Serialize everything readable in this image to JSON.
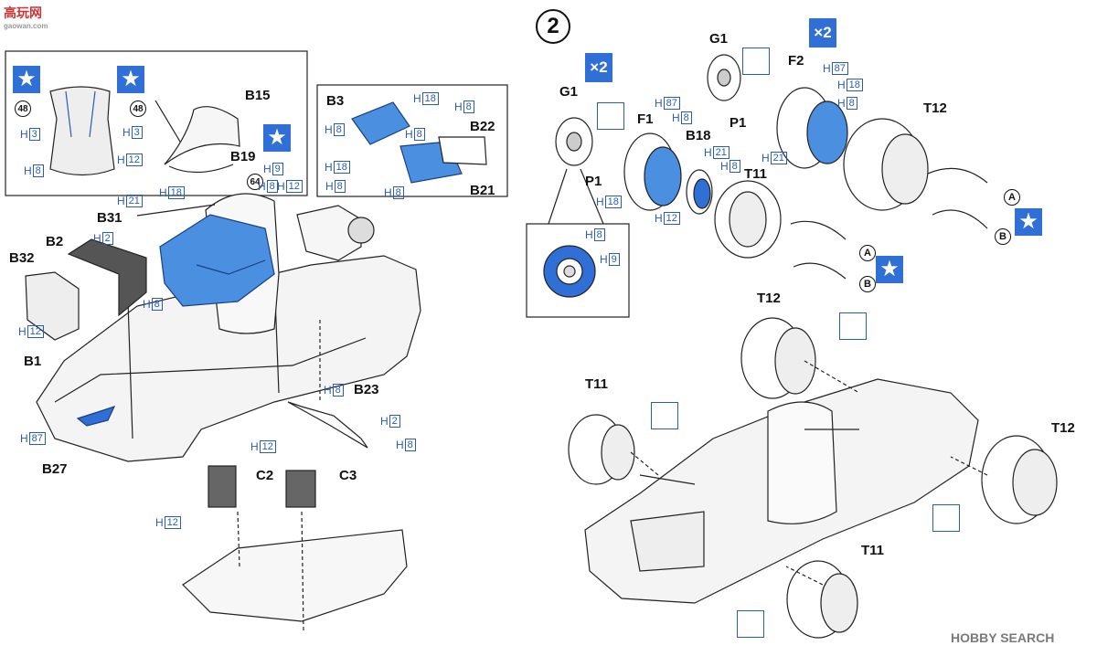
{
  "watermark_top": {
    "text": "高玩网",
    "sub": "gaowan.com"
  },
  "watermark_bottom": "HOBBY SEARCH",
  "steps": {
    "step2": "2"
  },
  "multipliers": {
    "left": "×2",
    "right": "×2"
  },
  "part_labels": {
    "B15": "B15",
    "B19": "B19",
    "B3": "B3",
    "B22": "B22",
    "B21": "B21",
    "B31": "B31",
    "B2": "B2",
    "B32": "B32",
    "B1": "B1",
    "B27": "B27",
    "B23": "B23",
    "C2": "C2",
    "C3": "C3",
    "G1_left": "G1",
    "G1_right": "G1",
    "P1_left": "P1",
    "P1_right": "P1",
    "F1": "F1",
    "F2": "F2",
    "B18": "B18",
    "T11_top": "T11",
    "T12_top": "T12",
    "T12_car_top": "T12",
    "T11_car_left": "T11",
    "T12_car_right": "T12",
    "T11_car_bottom": "T11"
  },
  "color_codes": {
    "seat_h3_l": {
      "h": "H",
      "n": "3"
    },
    "seat_h3_r": {
      "h": "H",
      "n": "3"
    },
    "seat_h8": {
      "h": "H",
      "n": "8"
    },
    "seat_h12": {
      "h": "H",
      "n": "12"
    },
    "b3_h18_top": {
      "h": "H",
      "n": "18"
    },
    "b3_h8_a": {
      "h": "H",
      "n": "8"
    },
    "b3_h8_b": {
      "h": "H",
      "n": "8"
    },
    "b3_h18_low": {
      "h": "H",
      "n": "18"
    },
    "b3_h8_c": {
      "h": "H",
      "n": "8"
    },
    "b22_h8": {
      "h": "H",
      "n": "8"
    },
    "b21_h8": {
      "h": "H",
      "n": "8"
    },
    "b19_h9": {
      "h": "H",
      "n": "9"
    },
    "b19_h8": {
      "h": "H",
      "n": "8"
    },
    "b19_h12": {
      "h": "H",
      "n": "12"
    },
    "b31_h21": {
      "h": "H",
      "n": "21"
    },
    "b31_h18": {
      "h": "H",
      "n": "18"
    },
    "b2_h2": {
      "h": "H",
      "n": "2"
    },
    "b32_h12": {
      "h": "H",
      "n": "12"
    },
    "seat_h8_low": {
      "h": "H",
      "n": "8"
    },
    "b27_h87": {
      "h": "H",
      "n": "87"
    },
    "b23_h8_top": {
      "h": "H",
      "n": "8"
    },
    "b23_h2": {
      "h": "H",
      "n": "2"
    },
    "b23_h12": {
      "h": "H",
      "n": "12"
    },
    "b23_h8_r": {
      "h": "H",
      "n": "8"
    },
    "c_h12": {
      "h": "H",
      "n": "12"
    },
    "f1_h87": {
      "h": "H",
      "n": "87"
    },
    "f1_h8": {
      "h": "H",
      "n": "8"
    },
    "f1_h18": {
      "h": "H",
      "n": "18"
    },
    "f1_h12": {
      "h": "H",
      "n": "12"
    },
    "b18_h21": {
      "h": "H",
      "n": "21"
    },
    "b18_h8": {
      "h": "H",
      "n": "8"
    },
    "f2_h87": {
      "h": "H",
      "n": "87"
    },
    "f2_h18": {
      "h": "H",
      "n": "18"
    },
    "f2_h8": {
      "h": "H",
      "n": "8"
    },
    "f2_h21": {
      "h": "H",
      "n": "21"
    },
    "disc_h8": {
      "h": "H",
      "n": "8"
    },
    "disc_h9": {
      "h": "H",
      "n": "9"
    }
  },
  "numbered_circles": {
    "seat_left": "48",
    "seat_right": "48",
    "b19": "64"
  },
  "tire_markers": {
    "A1": "A",
    "B1": "B",
    "A2": "A",
    "B2": "B"
  },
  "icons": [
    "star-icon",
    "no-glue-icon",
    "multiplier-badge"
  ],
  "colors": {
    "accent_blue": "#2f6fd6",
    "code_blue": "#2a5db0",
    "part_blue": "#4a8fe0",
    "line": "#222222"
  }
}
